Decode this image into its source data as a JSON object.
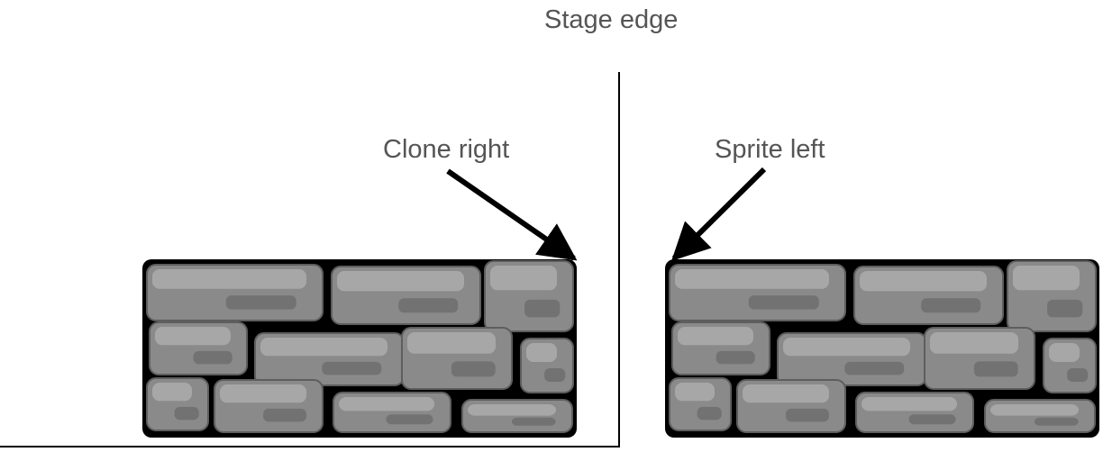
{
  "labels": {
    "stage_edge": "Stage edge",
    "clone_right": "Clone right",
    "sprite_left": "Sprite left"
  },
  "colors": {
    "background": "#ffffff",
    "line": "#000000",
    "text": "#555555",
    "mortar": "#000000",
    "stone": "#8a8a8a",
    "stone_light": "#b4b4b4",
    "stone_dark": "#5e5e5e"
  },
  "icons": {
    "arrow": "arrow-icon",
    "wall": "stone-wall-icon"
  }
}
